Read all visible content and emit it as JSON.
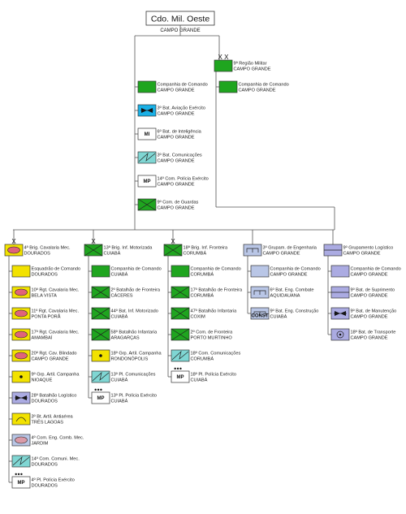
{
  "root": {
    "title": "Cdo. Mil. Oeste",
    "subtitle": "CAMPO GRANDE"
  },
  "colors": {
    "cavalry": "#f2e200",
    "infantry": "#1fa51f",
    "aviation": "#1ab0e6",
    "communications": "#7fd6d3",
    "engineering": "#b9c6e6",
    "logistics": "#ababe2",
    "police": "#ffffff",
    "cavalry_oval": "#e0637a",
    "engineer_oval": "#d99aa8",
    "outline": "#333333"
  },
  "hq_units": [
    {
      "name": "Companhia de Comando",
      "place": "CAMPO GRANDE",
      "branch": "infantry",
      "symbol": "plain"
    },
    {
      "name": "3º Bat. Aviação Exército",
      "place": "CAMPO GRANDE",
      "branch": "aviation",
      "symbol": "bowtie"
    },
    {
      "name": "6º Bat. de Inteligência",
      "place": "CAMPO GRANDE",
      "branch": "police",
      "symbol": "text",
      "text": "MI"
    },
    {
      "name": "3º Bat. Comunicações",
      "place": "CAMPO GRANDE",
      "branch": "communications",
      "symbol": "zigzag"
    },
    {
      "name": "14º Com. Polícia Exército",
      "place": "CAMPO GRANDE",
      "branch": "police",
      "symbol": "text",
      "text": "MP"
    },
    {
      "name": "9º Com. de Guardas",
      "place": "CAMPO GRANDE",
      "branch": "infantry",
      "symbol": "cross"
    }
  ],
  "region": {
    "name": "9ª Região Militar",
    "place": "CAMPO GRANDE",
    "size_mark": "X X",
    "units": [
      {
        "name": "Companhia de Comando",
        "place": "CAMPO GRANDE",
        "branch": "infantry",
        "symbol": "plain"
      }
    ]
  },
  "columns": [
    {
      "head": {
        "name": "4ª Brig. Cavalaria Mec.",
        "place": "DOURADOS",
        "branch": "cavalry",
        "symbol": "oval",
        "size_mark": "X"
      },
      "units": [
        {
          "name": "Esquadrão de Comando",
          "place": "DOURADOS",
          "branch": "cavalry",
          "symbol": "plain"
        },
        {
          "name": "10º Rgt. Cavalaria Mec.",
          "place": "BELA VISTA",
          "branch": "cavalry",
          "symbol": "oval"
        },
        {
          "name": "11º Rgt. Cavalaria Mec.",
          "place": "PONTA PORÃ",
          "branch": "cavalry",
          "symbol": "oval"
        },
        {
          "name": "17º Rgt. Cavalaria Mec.",
          "place": "AMAMBAÍ",
          "branch": "cavalry",
          "symbol": "oval"
        },
        {
          "name": "20º Rgt. Cav. Blindado",
          "place": "CAMPO GRANDE",
          "branch": "cavalry",
          "symbol": "oval"
        },
        {
          "name": "9º Grp. Artil. Campanha",
          "place": "NIOAQUE",
          "branch": "cavalry",
          "symbol": "dot"
        },
        {
          "name": "28º Batalhão Logístico",
          "place": "DOURADOS",
          "branch": "logistics",
          "symbol": "bowtie"
        },
        {
          "name": "3º Bt. Artil. Antiaérea",
          "place": "TRÊS LAGOAS",
          "branch": "cavalry",
          "symbol": "arc"
        },
        {
          "name": "4º Com. Eng. Comb. Mec.",
          "place": "JARDIM",
          "branch": "engineering",
          "symbol": "oval"
        },
        {
          "name": "14º Com. Comuni. Mec.",
          "place": "DOURADOS",
          "branch": "communications",
          "symbol": "zigzag"
        },
        {
          "name": "4º Pl. Polícia Exército",
          "place": "DOURADOS",
          "branch": "police",
          "symbol": "text",
          "text": "MP",
          "dots": "●●●"
        }
      ]
    },
    {
      "head": {
        "name": "13ª Brig. Inf. Motorizada",
        "place": "CUIABÁ",
        "branch": "infantry",
        "symbol": "cross",
        "size_mark": "X"
      },
      "units": [
        {
          "name": "Companhia de Comando",
          "place": "CUIABÁ",
          "branch": "infantry",
          "symbol": "plain"
        },
        {
          "name": "2º Batalhão de Fronteira",
          "place": "CÁCERES",
          "branch": "infantry",
          "symbol": "cross"
        },
        {
          "name": "44º Bat. Inf. Motorizado",
          "place": "CUIABÁ",
          "branch": "infantry",
          "symbol": "cross"
        },
        {
          "name": "58º Batalhão Infantaria",
          "place": "ARAGARÇAS",
          "branch": "infantry",
          "symbol": "cross"
        },
        {
          "name": "18º Grp. Artil. Campanha",
          "place": "RONDONÓPOLIS",
          "branch": "cavalry",
          "symbol": "dot"
        },
        {
          "name": "13º Pl. Comunicações",
          "place": "CUIABÁ",
          "branch": "communications",
          "symbol": "zigzag"
        },
        {
          "name": "13º Pl. Polícia Exército",
          "place": "CUIABÁ",
          "branch": "police",
          "symbol": "text",
          "text": "MP",
          "dots": "●●●"
        }
      ]
    },
    {
      "head": {
        "name": "18ª Brig. Inf. Fronteira",
        "place": "CORUMBÁ",
        "branch": "infantry",
        "symbol": "cross",
        "size_mark": "X"
      },
      "units": [
        {
          "name": "Companhia de Comando",
          "place": "CORUMBÁ",
          "branch": "infantry",
          "symbol": "plain"
        },
        {
          "name": "17º Batalhão de Fronteira",
          "place": "CORUMBÁ",
          "branch": "infantry",
          "symbol": "cross"
        },
        {
          "name": "47º Batalhão Infantaria",
          "place": "COXIM",
          "branch": "infantry",
          "symbol": "cross"
        },
        {
          "name": "2º Com. de Fronteira",
          "place": "PORTO MURTINHO",
          "branch": "infantry",
          "symbol": "cross"
        },
        {
          "name": "18º Com. Comunicações",
          "place": "CORUMBÁ",
          "branch": "communications",
          "symbol": "zigzag"
        },
        {
          "name": "18º Pl. Polícia Exército",
          "place": "CUIABÁ",
          "branch": "police",
          "symbol": "text",
          "text": "MP",
          "dots": "●●●"
        }
      ]
    },
    {
      "head": {
        "name": "3º Grupam. de Engenharia",
        "place": "CAMPO GRANDE",
        "branch": "engineering",
        "symbol": "bridge"
      },
      "units": [
        {
          "name": "Companhia de Comando",
          "place": "CAMPO GRANDE",
          "branch": "engineering",
          "symbol": "plain"
        },
        {
          "name": "6º Bat. Eng. Combate",
          "place": "AQUIDAUANA",
          "branch": "engineering",
          "symbol": "bridge"
        },
        {
          "name": "9º Bat. Eng. Construção",
          "place": "CUIABÁ",
          "branch": "engineering",
          "symbol": "bridge",
          "text": "CONST"
        }
      ]
    },
    {
      "head": {
        "name": "9º Grupamento Logístico",
        "place": "CAMPO GRANDE",
        "branch": "logistics",
        "symbol": "hline"
      },
      "units": [
        {
          "name": "Companhia de Comando",
          "place": "CAMPO GRANDE",
          "branch": "logistics",
          "symbol": "plain"
        },
        {
          "name": "9º Bat. de Suprimento",
          "place": "CAMPO GRANDE",
          "branch": "logistics",
          "symbol": "hline"
        },
        {
          "name": "9º Bat. de Manutenção",
          "place": "CAMPO GRANDE",
          "branch": "logistics",
          "symbol": "bowtie"
        },
        {
          "name": "18º Bat. de Transporte",
          "place": "CAMPO GRANDE",
          "branch": "logistics",
          "symbol": "wheel"
        }
      ]
    }
  ]
}
